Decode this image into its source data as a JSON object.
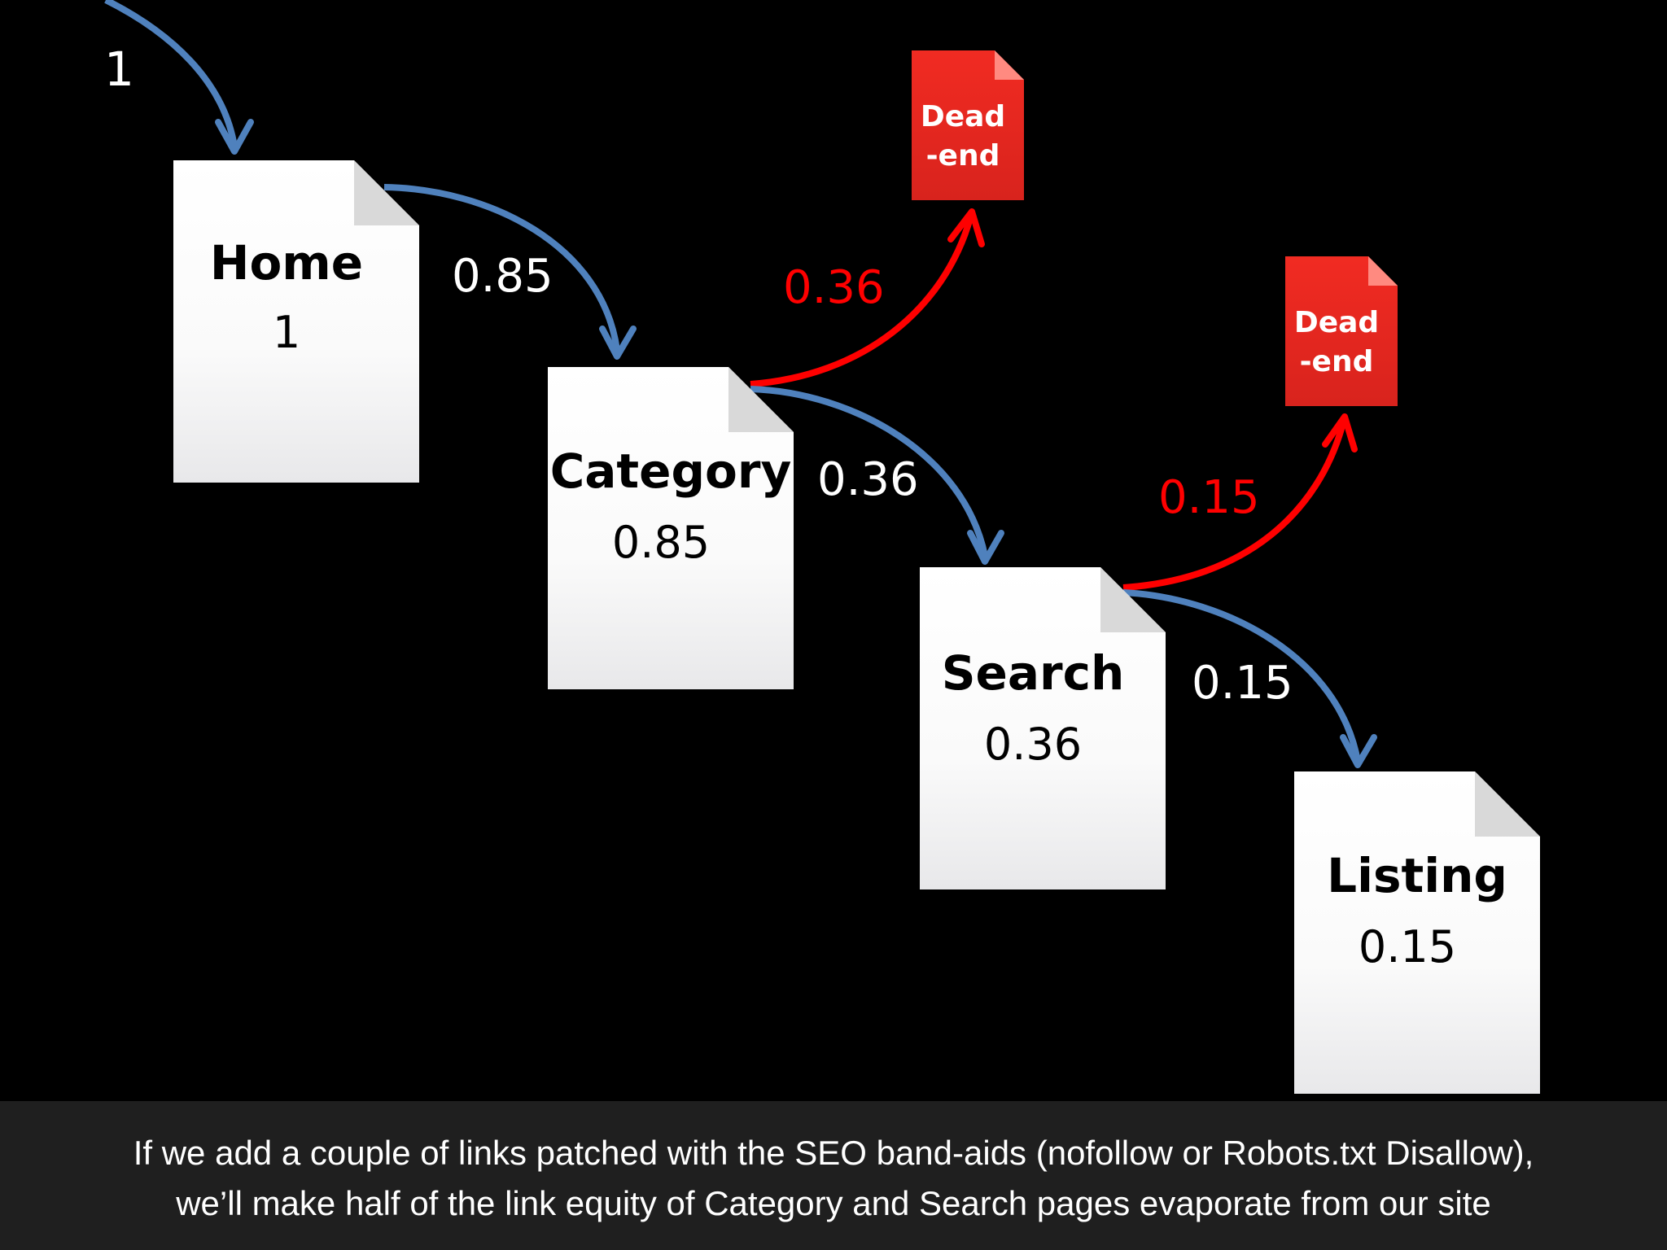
{
  "colors": {
    "background": "#000000",
    "follow_arrow": "#4f81bd",
    "leak_arrow": "#ff0000",
    "page": "#ffffff",
    "dead_end": "#e52621",
    "caption_bg": "#1f1f1f"
  },
  "entry_weight": "1",
  "pages": [
    {
      "id": "home",
      "title": "Home",
      "value": "1"
    },
    {
      "id": "category",
      "title": "Category",
      "value": "0.85"
    },
    {
      "id": "search",
      "title": "Search",
      "value": "0.36"
    },
    {
      "id": "listing",
      "title": "Listing",
      "value": "0.15"
    }
  ],
  "dead_ends": [
    {
      "id": "dead-end-1",
      "label": "Dead\n-end"
    },
    {
      "id": "dead-end-2",
      "label": "Dead\n-end"
    }
  ],
  "links": [
    {
      "from": "entry",
      "to": "home",
      "weight": "1",
      "type": "follow"
    },
    {
      "from": "home",
      "to": "category",
      "weight": "0.85",
      "type": "follow"
    },
    {
      "from": "category",
      "to": "dead-end-1",
      "weight": "0.36",
      "type": "dead-end"
    },
    {
      "from": "category",
      "to": "search",
      "weight": "0.36",
      "type": "follow"
    },
    {
      "from": "search",
      "to": "dead-end-2",
      "weight": "0.15",
      "type": "dead-end"
    },
    {
      "from": "search",
      "to": "listing",
      "weight": "0.15",
      "type": "follow"
    }
  ],
  "caption": {
    "line1": "If we add a couple of links patched with the SEO band-aids (nofollow or Robots.txt Disallow),",
    "line2": "we’ll make half of the link equity of Category and Search pages evaporate from our site"
  }
}
